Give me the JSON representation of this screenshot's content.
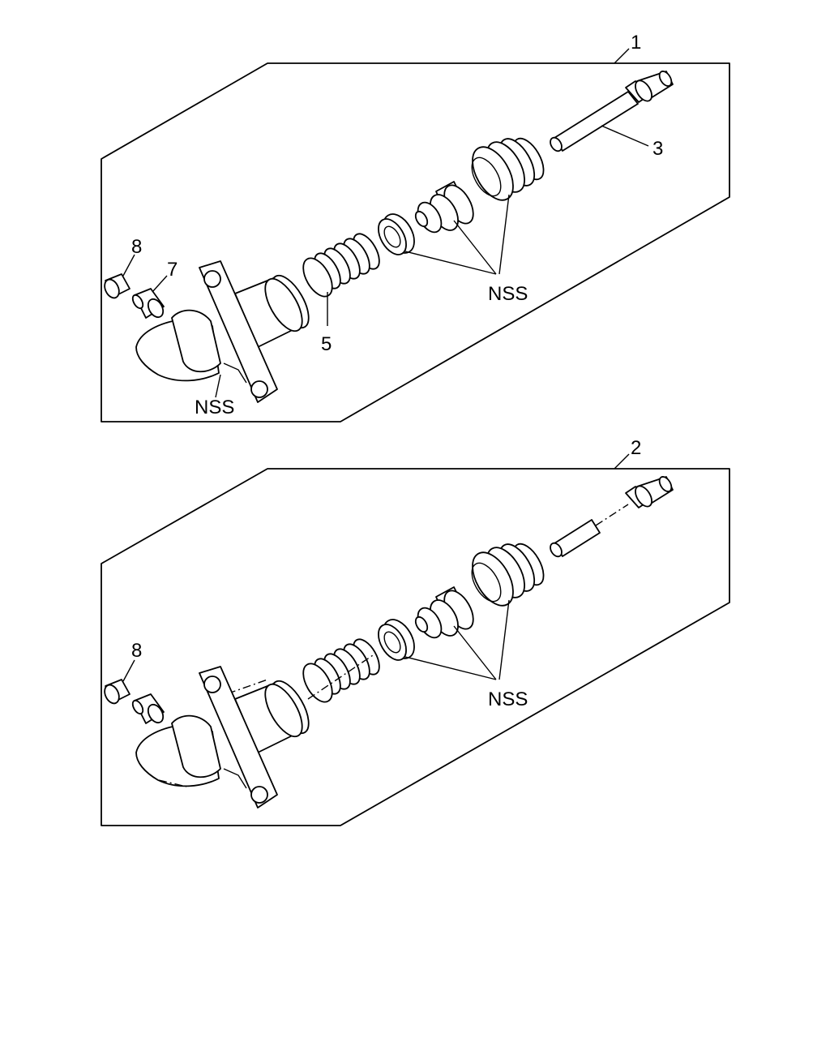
{
  "colors": {
    "line": "#000000",
    "background": "#ffffff"
  },
  "assemblies": [
    {
      "callout": "1",
      "labels": {
        "pushrod": "3",
        "spring": "5",
        "bleeder": "7",
        "cap": "8",
        "nss_seals": "NSS",
        "nss_bracket": "NSS"
      }
    },
    {
      "callout": "2",
      "labels": {
        "cap": "8",
        "nss_seals": "NSS"
      }
    }
  ]
}
